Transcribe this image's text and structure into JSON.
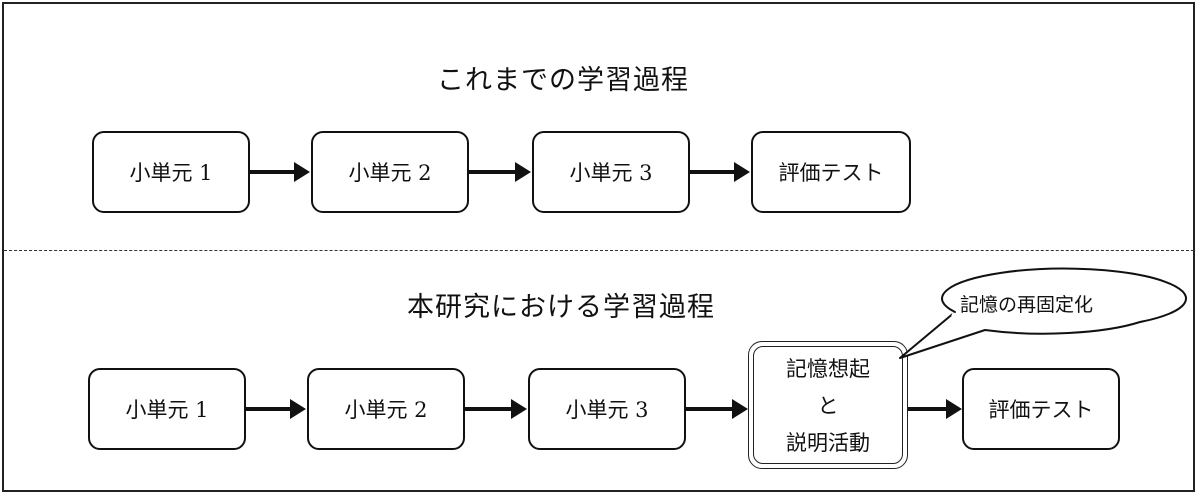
{
  "top": {
    "title": "これまでの学習過程",
    "steps": [
      "小単元 1",
      "小単元 2",
      "小単元 3",
      "評価テスト"
    ]
  },
  "bottom": {
    "title": "本研究における学習過程",
    "steps": [
      "小単元 1",
      "小単元 2",
      "小単元 3"
    ],
    "highlight_lines": [
      "記憶想起",
      "と",
      "説明活動"
    ],
    "final_step": "評価テスト",
    "callout": "記憶の再固定化"
  }
}
